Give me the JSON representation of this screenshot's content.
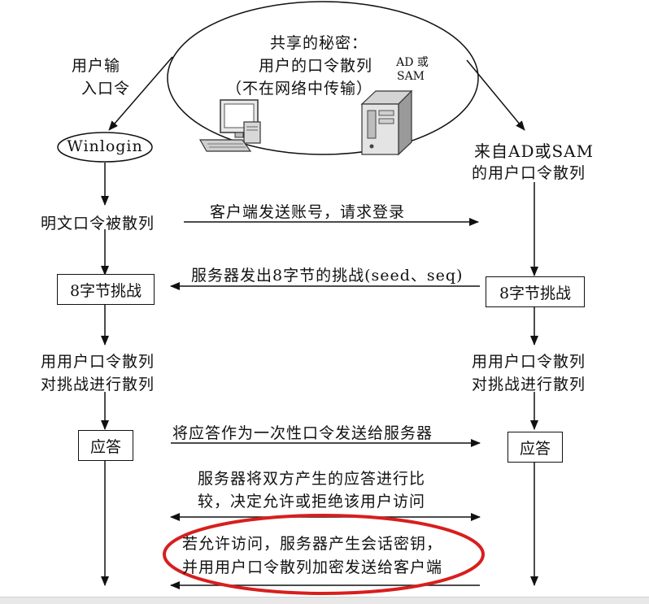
{
  "shared_secret": {
    "line1": "共享的秘密：",
    "line2": "用户的口令散列",
    "line3": "（不在网络中传输）",
    "server_label_1": "AD 或",
    "server_label_2": "SAM"
  },
  "client": {
    "user_input_1": "用户输",
    "user_input_2": "入口令",
    "winlogin": "Winlogin",
    "hash_text": "明文口令被散列",
    "challenge_box": "8字节挑战",
    "hash_challenge_1": "用用户口令散列",
    "hash_challenge_2": "对挑战进行散列",
    "response_box": "应答"
  },
  "server": {
    "from_ad_1": "来自AD或SAM",
    "from_ad_2": "的用户口令散列",
    "challenge_box": "8字节挑战",
    "hash_challenge_1": "用用户口令散列",
    "hash_challenge_2": "对挑战进行散列",
    "response_box": "应答"
  },
  "messages": {
    "send_account": "客户端发送账号，请求登录",
    "send_challenge": "服务器发出8字节的挑战(seed、seq)",
    "send_response": "将应答作为一次性口令发送给服务器",
    "compare_1": "服务器将双方产生的应答进行比",
    "compare_2": "较，决定允许或拒绝该用户访问",
    "session_key_1": "若允许访问，服务器产生会话密钥，",
    "session_key_2": "并用用户口令散列加密发送给客户端"
  },
  "colors": {
    "ink": "#111111",
    "highlight_ellipse": "#d81e1e"
  }
}
